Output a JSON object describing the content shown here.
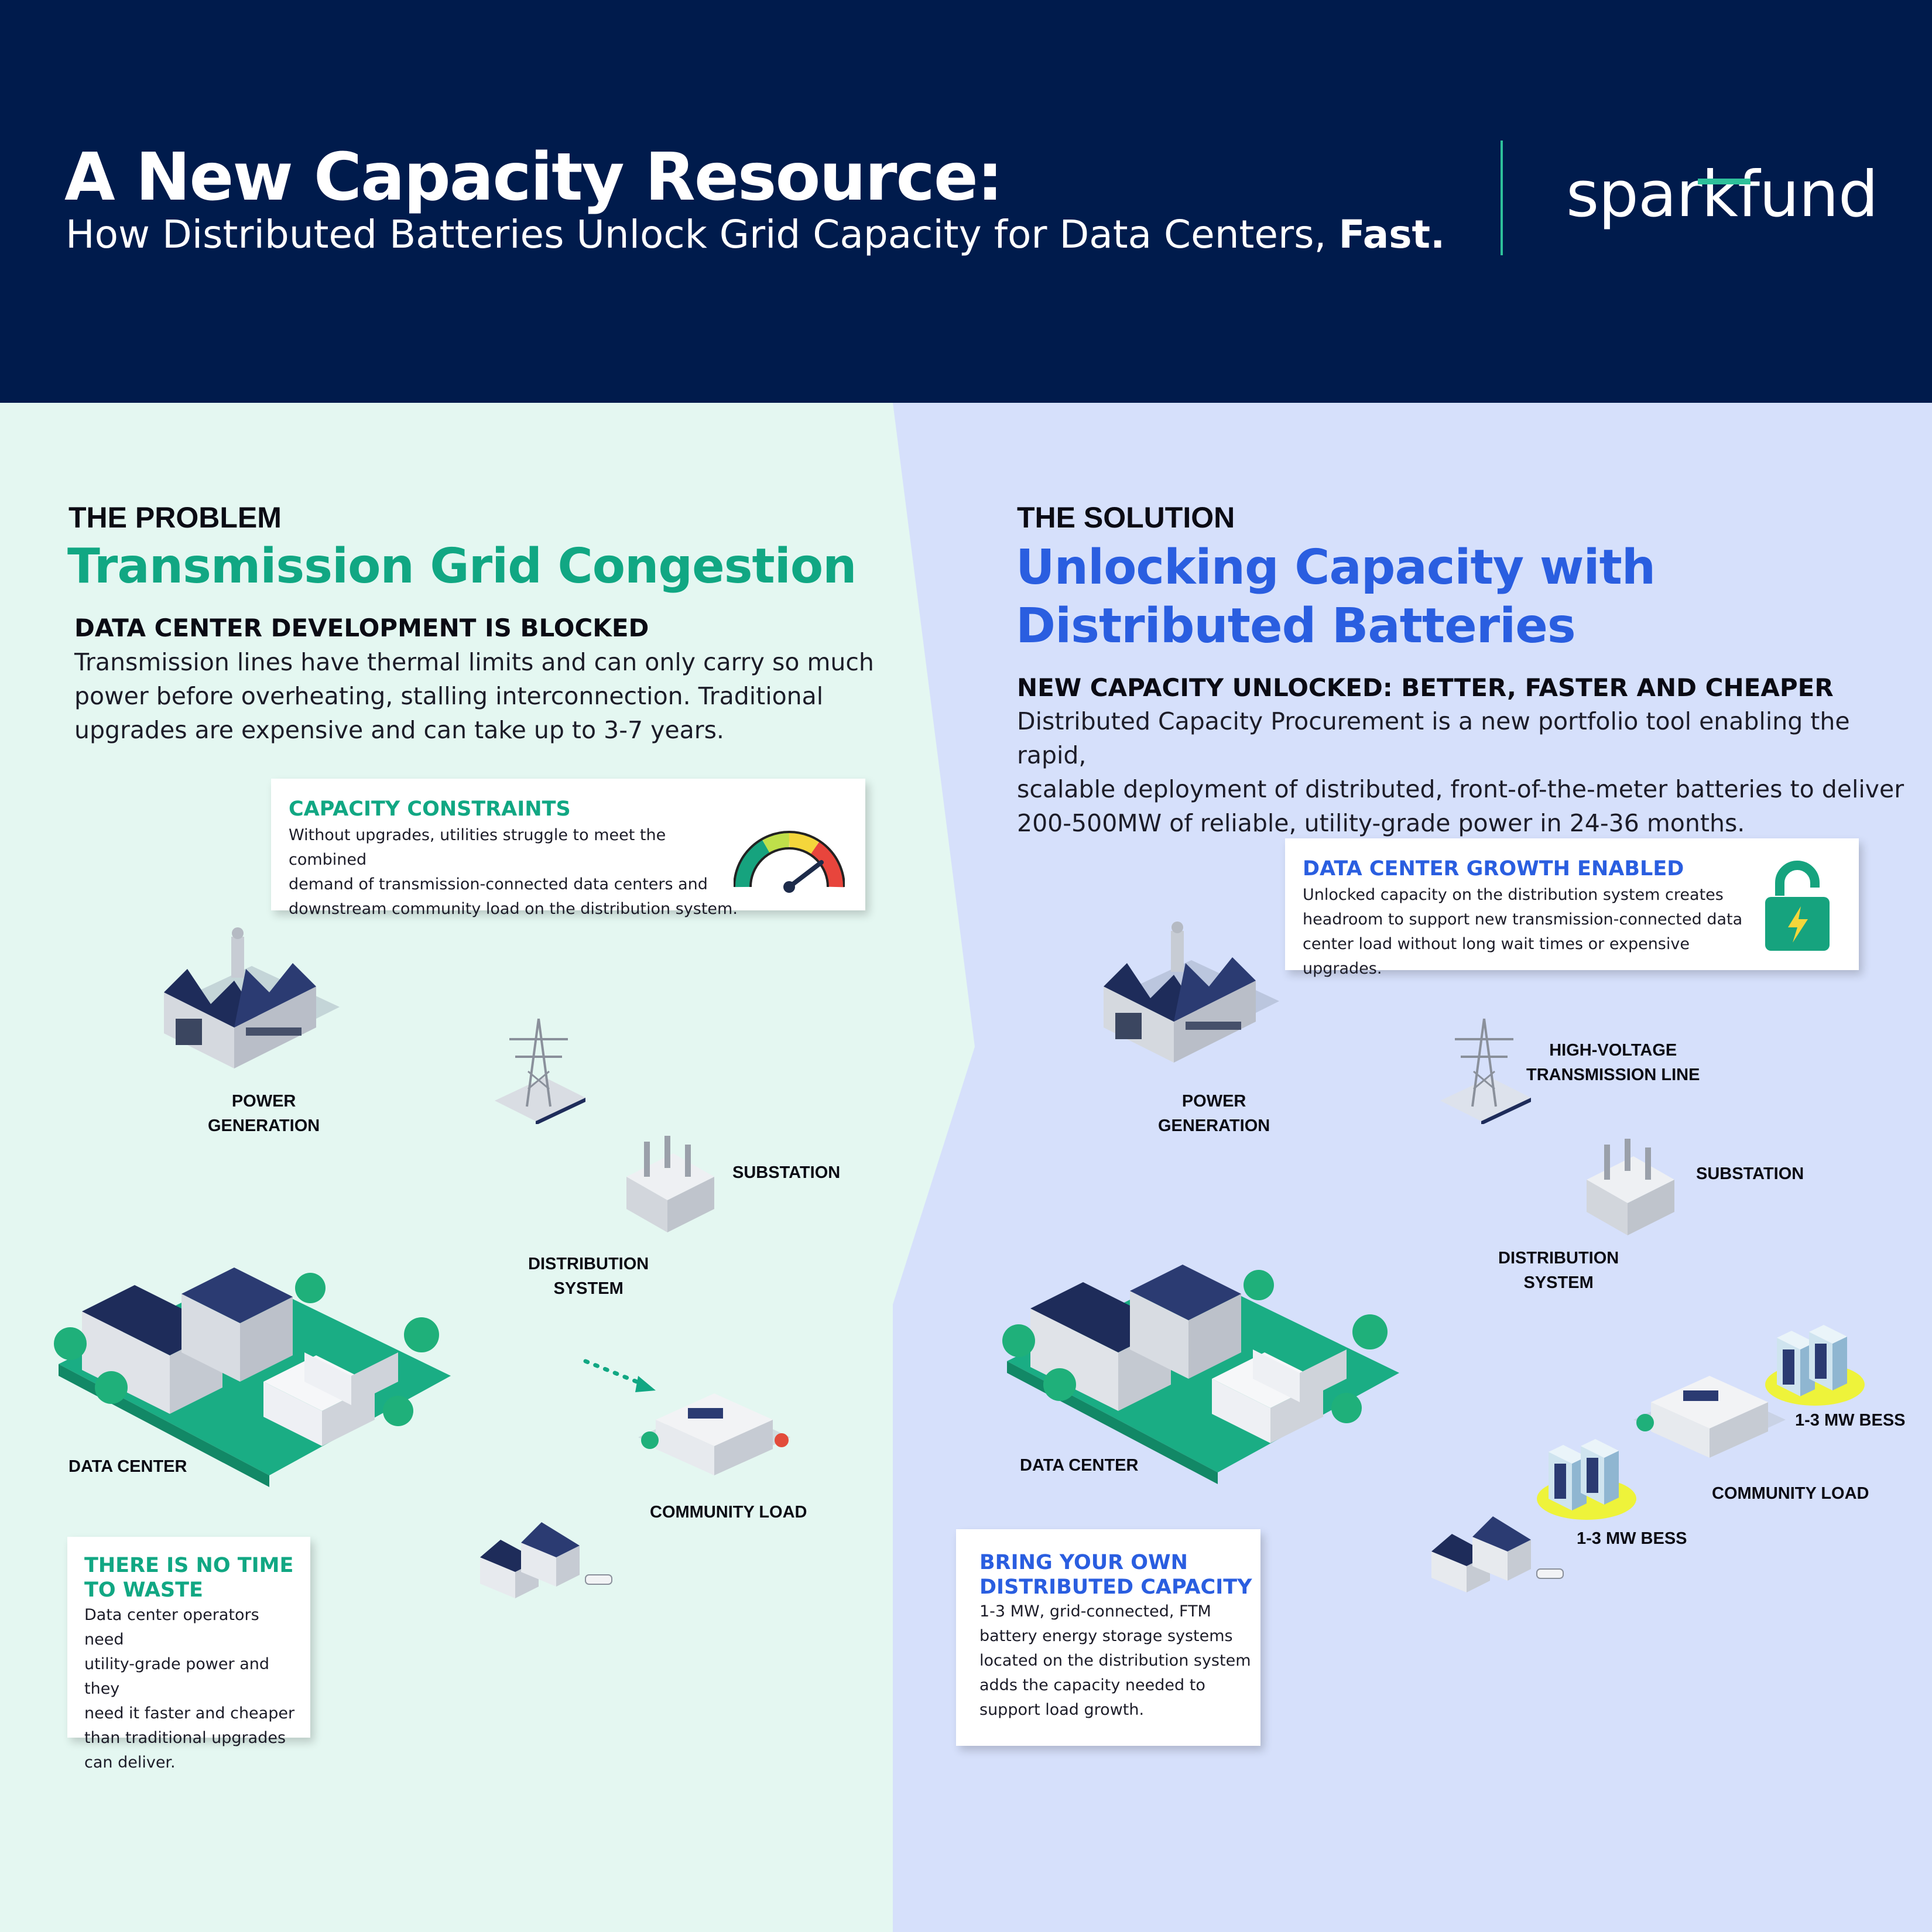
{
  "header": {
    "title": "A New Capacity Resource:",
    "subtitle": "How Distributed Batteries Unlock Grid Capacity for Data Centers,",
    "subtitle_emphasis": "Fast.",
    "logo": "sparkfund"
  },
  "problem": {
    "eyebrow": "THE PROBLEM",
    "headline": "Transmission Grid Congestion",
    "subhead": "DATA CENTER DEVELOPMENT IS BLOCKED",
    "body_lines": [
      "Transmission lines have thermal limits and can only carry so much",
      "power before overheating, stalling interconnection. Traditional",
      "upgrades are expensive and can take up to 3-7 years."
    ],
    "card_constraints": {
      "title": "CAPACITY CONSTRAINTS",
      "lines": [
        "Without upgrades, utilities struggle to meet the combined",
        "demand of  transmission-connected data centers and",
        "downstream community load on the distribution system."
      ],
      "icon": "gauge-icon"
    },
    "card_time": {
      "title_lines": [
        "THERE IS NO TIME",
        "TO WASTE"
      ],
      "lines": [
        "Data center operators need",
        "utility-grade power and they",
        "need it faster and cheaper",
        "than traditional upgrades",
        "can deliver."
      ]
    },
    "labels": {
      "power_generation": [
        "POWER",
        "GENERATION"
      ],
      "substation": "SUBSTATION",
      "distribution_system": [
        "DISTRIBUTION",
        "SYSTEM"
      ],
      "data_center": "DATA CENTER",
      "community_load": "COMMUNITY LOAD"
    }
  },
  "solution": {
    "eyebrow": "THE SOLUTION",
    "headline_lines": [
      "Unlocking Capacity with",
      "Distributed Batteries"
    ],
    "subhead": "NEW CAPACITY UNLOCKED: BETTER, FASTER AND CHEAPER",
    "body_lines": [
      "Distributed Capacity Procurement is a new portfolio tool enabling the rapid,",
      "scalable deployment of distributed, front-of-the-meter batteries to deliver",
      "200-500MW of reliable, utility-grade power in 24-36 months."
    ],
    "card_growth": {
      "title": "DATA CENTER GROWTH ENABLED",
      "lines": [
        "Unlocked capacity on the distribution system creates",
        "headroom to support new transmission-connected data",
        "center load without long wait times or expensive upgrades."
      ],
      "icon": "unlocked-padlock-icon"
    },
    "card_byo": {
      "title_lines": [
        "BRING YOUR OWN",
        "DISTRIBUTED CAPACITY"
      ],
      "lines": [
        "1-3 MW, grid-connected, FTM",
        "battery energy storage systems",
        "located on the distribution system",
        "adds the capacity needed to",
        "support load growth."
      ]
    },
    "labels": {
      "power_generation": [
        "POWER",
        "GENERATION"
      ],
      "transmission_line": [
        "HIGH-VOLTAGE",
        "TRANSMISSION LINE"
      ],
      "substation": "SUBSTATION",
      "distribution_system": [
        "DISTRIBUTION",
        "SYSTEM"
      ],
      "data_center": "DATA CENTER",
      "community_load": "COMMUNITY LOAD",
      "bess_1": "1-3 MW BESS",
      "bess_2": "1-3 MW BESS"
    }
  },
  "colors": {
    "navy": "#001b4c",
    "green": "#11a783",
    "blue": "#2a5ee0",
    "mint_bg": "#e4f7f1",
    "lavender_bg": "#d6e0fb"
  }
}
